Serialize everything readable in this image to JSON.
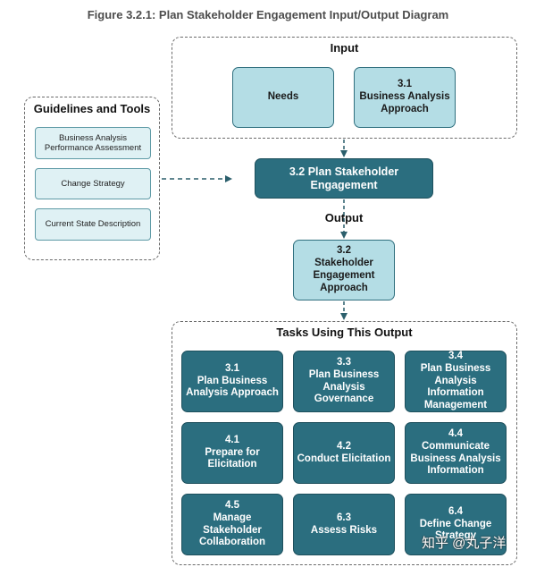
{
  "title": "Figure 3.2.1: Plan Stakeholder Engagement Input/Output Diagram",
  "input": {
    "label": "Input",
    "items": [
      "Needs",
      "3.1\nBusiness Analysis\nApproach"
    ]
  },
  "guidelines": {
    "label": "Guidelines and Tools",
    "items": [
      "Business Analysis\nPerformance Assessment",
      "Change Strategy",
      "Current State Description"
    ]
  },
  "task": "3.2 Plan Stakeholder\nEngagement",
  "output": {
    "label": "Output",
    "item": "3.2\nStakeholder\nEngagement\nApproach"
  },
  "tasks_using": {
    "label": "Tasks Using This Output",
    "items": [
      "3.1\nPlan Business\nAnalysis Approach",
      "3.3\nPlan Business\nAnalysis\nGovernance",
      "3.4\nPlan Business\nAnalysis\nInformation\nManagement",
      "4.1\nPrepare for\nElicitation",
      "4.2\nConduct Elicitation",
      "4.4\nCommunicate\nBusiness Analysis\nInformation",
      "4.5\nManage\nStakeholder\nCollaboration",
      "6.3\nAssess Risks",
      "6.4\nDefine Change\nStrategy"
    ]
  },
  "watermark": "知乎 @丸子洋"
}
